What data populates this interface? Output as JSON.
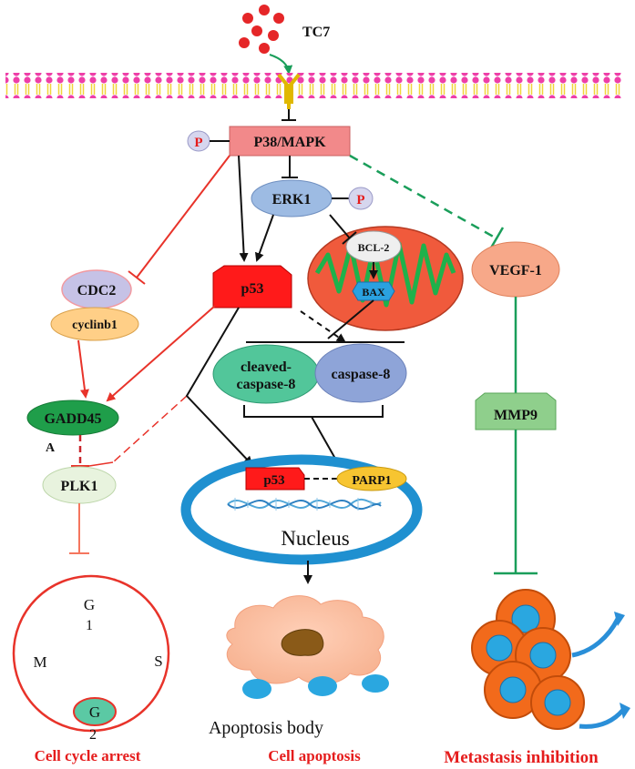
{
  "ligand": {
    "label": "TC7"
  },
  "nodes": {
    "p38": "P38/MAPK",
    "erk1": "ERK1",
    "phospho1": "P",
    "phospho2": "P",
    "bcl2": "BCL-2",
    "bax": "BAX",
    "p53_main": "p53",
    "cdc2": "CDC2",
    "cyclinb1": "cyclinb1",
    "gadd45": "GADD45",
    "gadd45_tag": "A",
    "plk1": "PLK1",
    "cleaved_caspase8_line1": "cleaved-",
    "cleaved_caspase8_line2": "caspase-8",
    "caspase8": "caspase-8",
    "vegf1": "VEGF-1",
    "mmp9": "MMP9",
    "p53_nucleus": "p53",
    "parp1": "PARP1",
    "nucleus": "Nucleus",
    "apoptosis_body": "Apoptosis body"
  },
  "cell_cycle": {
    "g1_line1": "G",
    "g1_line2": "1",
    "s": "S",
    "m": "M",
    "g2_line1": "G",
    "g2_line2": "2"
  },
  "outcomes": {
    "cell_cycle_arrest": "Cell cycle arrest",
    "cell_apoptosis": "Cell apoptosis",
    "metastasis_inhibition": "Metastasis inhibition"
  },
  "colors": {
    "red_arrow": "#e8332a",
    "green_line": "#1a9e5a",
    "membrane_pink": "#ee3fa8",
    "membrane_yellow": "#f2d43a",
    "p38_fill": "#f2898a",
    "erk_fill": "#9dbbe3",
    "p53_fill": "#ff1a1a",
    "mito_fill": "#f05a3c",
    "caspase_green": "#52c69a",
    "caspase_blue": "#8ea4d8",
    "vegf_fill": "#f7a889",
    "mmp9_fill": "#8fcf8c",
    "gadd45_fill": "#1f9e4a",
    "cyclin_fill": "#ffcf87",
    "cdc2_fill": "#c6c2e6",
    "nucleus_ring": "#1f90d0",
    "parp1_fill": "#f7c531",
    "cell_orange": "#f26a1b",
    "cell_blue": "#2aa7e0"
  }
}
